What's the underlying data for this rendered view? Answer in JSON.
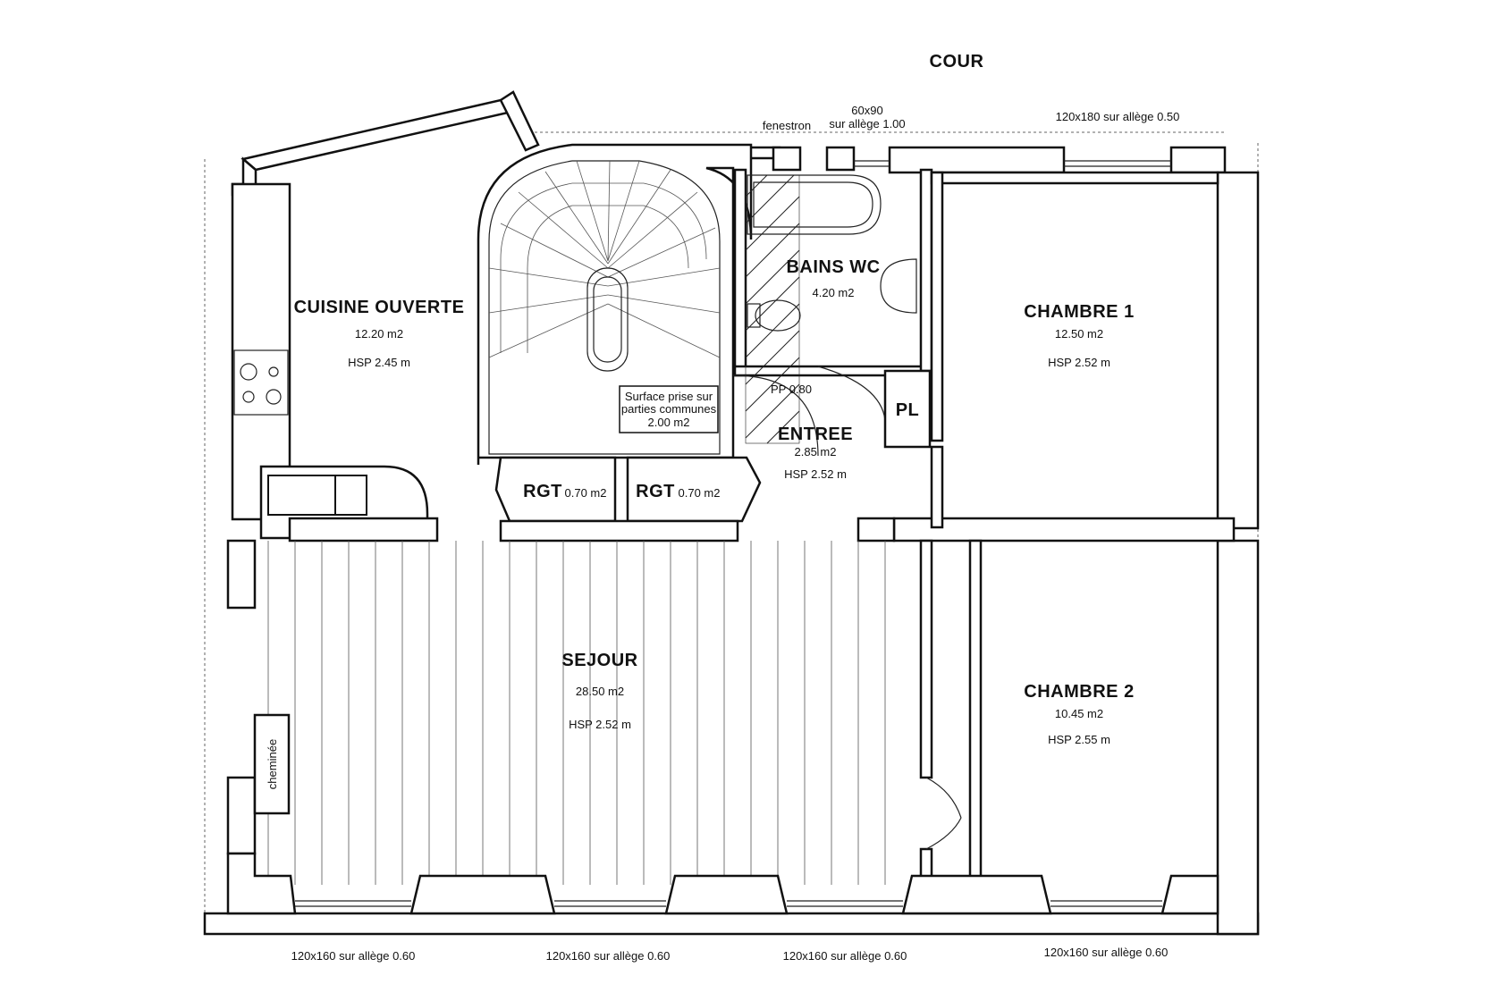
{
  "plan": {
    "courtyard_label": "COUR",
    "top_annotations": {
      "fenestron": "fenestron",
      "window_size": "60x90",
      "window_sill": "sur allège 1.00",
      "right_window": "120x180 sur allège 0.50"
    },
    "rooms": {
      "cuisine": {
        "name": "CUISINE OUVERTE",
        "area": "12.20 m2",
        "height": "HSP 2.45 m"
      },
      "bains": {
        "name": "BAINS WC",
        "area": "4.20 m2"
      },
      "chambre1": {
        "name": "CHAMBRE 1",
        "area": "12.50 m2",
        "height": "HSP 2.52 m"
      },
      "entree": {
        "name": "ENTREE",
        "area": "2.85 m2",
        "height": "HSP 2.52 m"
      },
      "rgt1": {
        "name": "RGT",
        "area": "0.70 m2"
      },
      "rgt2": {
        "name": "RGT",
        "area": "0.70 m2"
      },
      "sejour": {
        "name": "SEJOUR",
        "area": "28.50 m2",
        "height": "HSP 2.52 m"
      },
      "chambre2": {
        "name": "CHAMBRE 2",
        "area": "10.45 m2",
        "height": "HSP 2.55 m"
      },
      "pl": {
        "name": "PL"
      }
    },
    "common_area_note": {
      "line1": "Surface prise sur",
      "line2": "parties communes",
      "line3": "2.00 m2"
    },
    "pp_label": "PP 0.80",
    "fireplace": "cheminée",
    "bottom_windows": [
      "120x160 sur allège 0.60",
      "120x160 sur allège 0.60",
      "120x160 sur allège 0.60",
      "120x160 sur allège 0.60"
    ]
  }
}
